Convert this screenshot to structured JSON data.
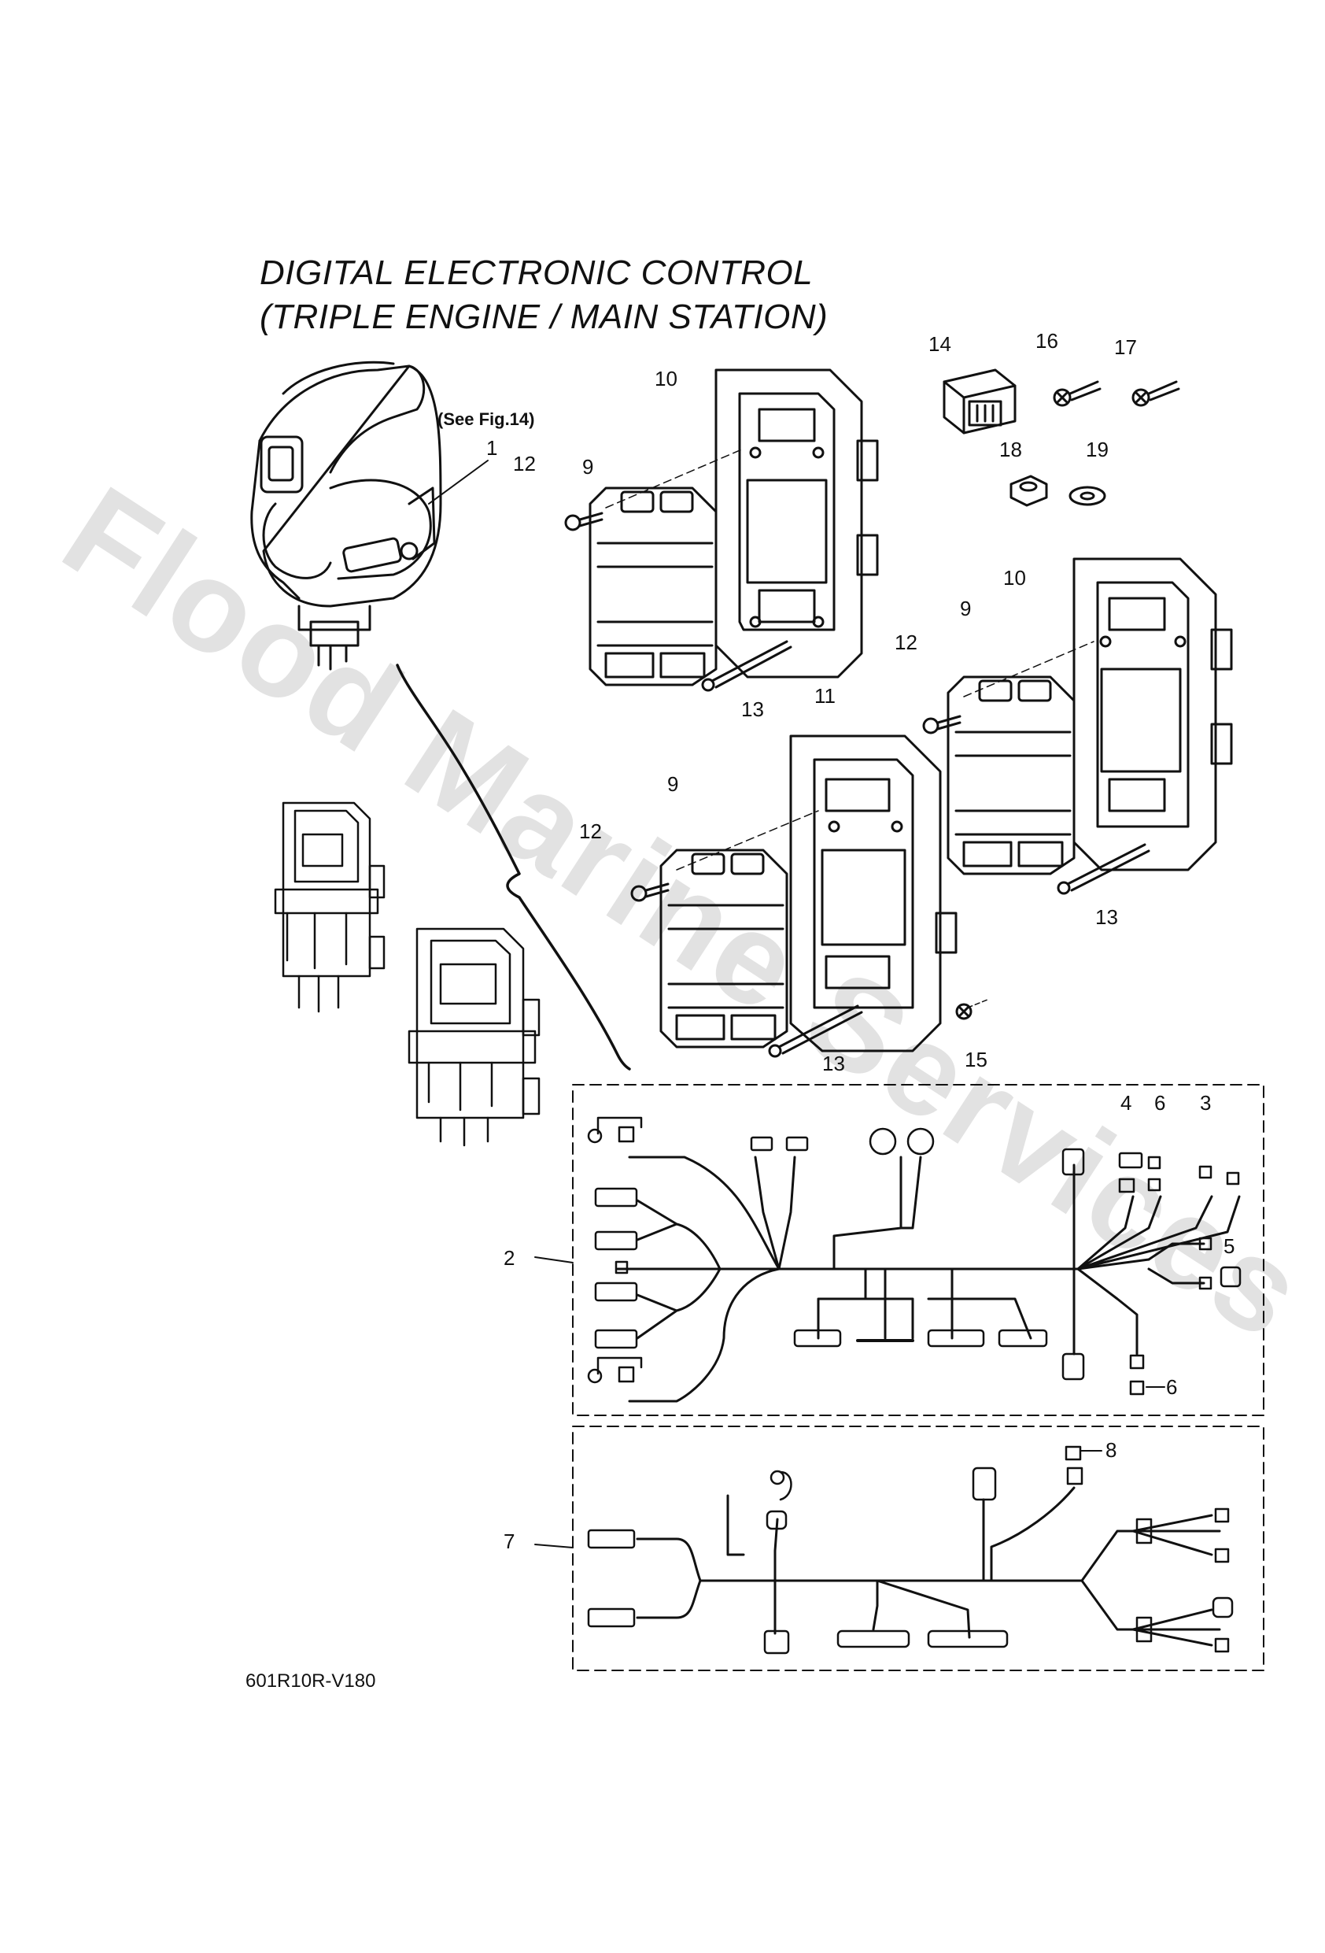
{
  "title_line1": "DIGITAL ELECTRONIC CONTROL",
  "title_line2": "(TRIPLE ENGINE / MAIN STATION)",
  "see_ref": "(See Fig.14)",
  "diagram_code": "601R10R-V180",
  "watermark": "Flood Marine Services",
  "callouts": {
    "c1": "1",
    "c2": "2",
    "c3": "3",
    "c4": "4",
    "c5": "5",
    "c6a": "6",
    "c6b": "6",
    "c7": "7",
    "c8": "8",
    "c9a": "9",
    "c9b": "9",
    "c9c": "9",
    "c10a": "10",
    "c10b": "10",
    "c11": "11",
    "c12a": "12",
    "c12b": "12",
    "c12c": "12",
    "c13a": "13",
    "c13b": "13",
    "c13c": "13",
    "c14": "14",
    "c15": "15",
    "c16": "16",
    "c17": "17",
    "c18": "18",
    "c19": "19"
  }
}
